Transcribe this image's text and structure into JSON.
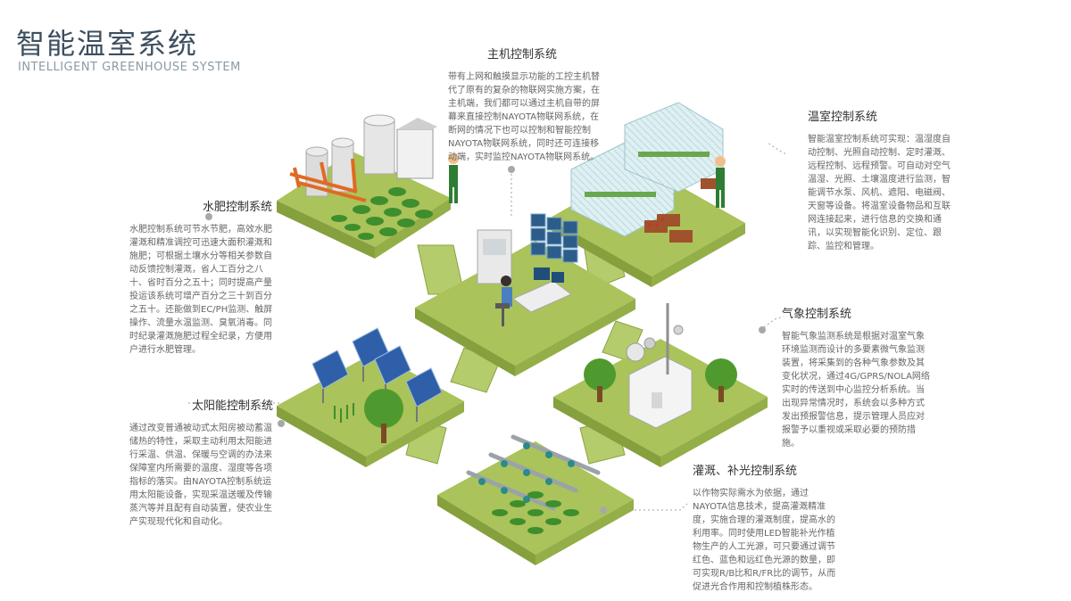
{
  "header": {
    "title": "智能温室系统",
    "subtitle": "INTELLIGENT GREENHOUSE SYSTEM"
  },
  "colors": {
    "platform_top": "#a9c25a",
    "platform_side": "#7f9a3a",
    "leader": "#b0b0b0",
    "title": "#3d4f5f"
  },
  "sections": {
    "host": {
      "heading": "主机控制系统",
      "text": "带有上网和触摸显示功能的工控主机替代了原有的复杂的物联网实施方案，在主机端，我们都可以通过主机自带的屏幕来直接控制NAYOTA物联网系统，在断网的情况下也可以控制和智能控制NAYOTA物联网系统，同时还可连接移动端，实时监控NAYOTA物联网系统。"
    },
    "greenhouse": {
      "heading": "温室控制系统",
      "text": "智能温室控制系统可实现：温湿度自动控制、光照自动控制、定时灌溉、远程控制、远程预警。可自动对空气温湿、光照、土壤温度进行监测，智能调节水泵、风机、遮阳、电磁阀、天窗等设备。将温室设备物品和互联网连接起来，进行信息的交换和通讯，以实现智能化识别、定位、跟踪、监控和管理。"
    },
    "fertilizer": {
      "heading": "水肥控制系统",
      "text": "水肥控制系统可节水节肥，高效水肥灌溉和精准调控可迅速大面积灌溉和施肥；可根据土壤水分等相关参数自动反馈控制灌溉，省人工百分之八十、省时百分之五十；同时提高产量投运该系统可增产百分之三十到百分之五十。还能做到EC/PH监测、触屏操作、流量水温监测、臭氧消毒。同时纪录灌溉施肥过程全纪录，方便用户进行水肥管理。"
    },
    "weather": {
      "heading": "气象控制系统",
      "text": "智能气象监测系统是根据对温室气象环境监测而设计的多要素微气象监测装置，将采集到的各种气象参数及其变化状况，通过4G/GPRS/NOLA网络实时的传送到中心监控分析系统。当出现异常情况时，系统会以多种方式发出预报警信息，提示管理人员应对报警予以重视或采取必要的预防措施。"
    },
    "solar": {
      "heading": "太阳能控制系统",
      "text": "通过改变普通被动式太阳房被动蓄温储热的特性，采取主动利用太阳能进行采温、供温、保暖与空调的办法来保障室内所需要的温度、湿度等各项指标的落实。由NAYOTA控制系统运用太阳能设备，实现采温送暖及传输蒸汽等并且配有自动装置，使农业生产实现现代化和自动化。"
    },
    "irrigation": {
      "heading": "灌溉、补光控制系统",
      "text": "以作物实际需水为依据，通过NAYOTA信息技术，提高灌溉精准度，实施合理的灌溉制度，提高水的利用率。同时使用LED智能补光作植物生产的人工光源，可只要通过调节红色、蓝色和远红色光源的数量，即可实现R/B比和R/FR比的调节，从而促进光合作用和控制植株形态。"
    }
  }
}
